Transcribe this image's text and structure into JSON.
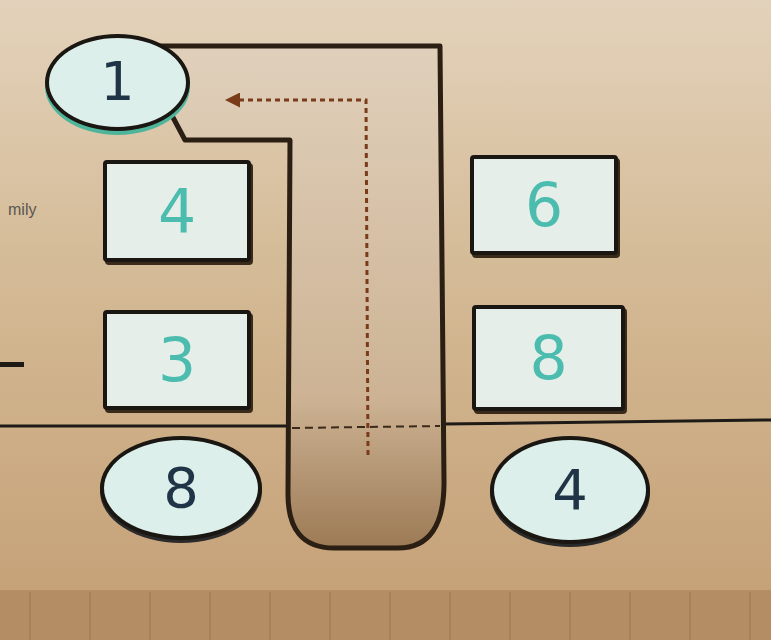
{
  "diagram": {
    "nodes": [
      {
        "text": [
          "1"
        ]
      },
      {
        "text": [
          "4"
        ]
      },
      {
        "text": [
          "6"
        ]
      },
      {
        "text": [
          "3"
        ]
      },
      {
        "text": [
          "8"
        ]
      },
      {
        "text": [
          "8"
        ]
      },
      {
        "text": [
          "4"
        ]
      }
    ],
    "labels": [
      "mily"
    ]
  }
}
